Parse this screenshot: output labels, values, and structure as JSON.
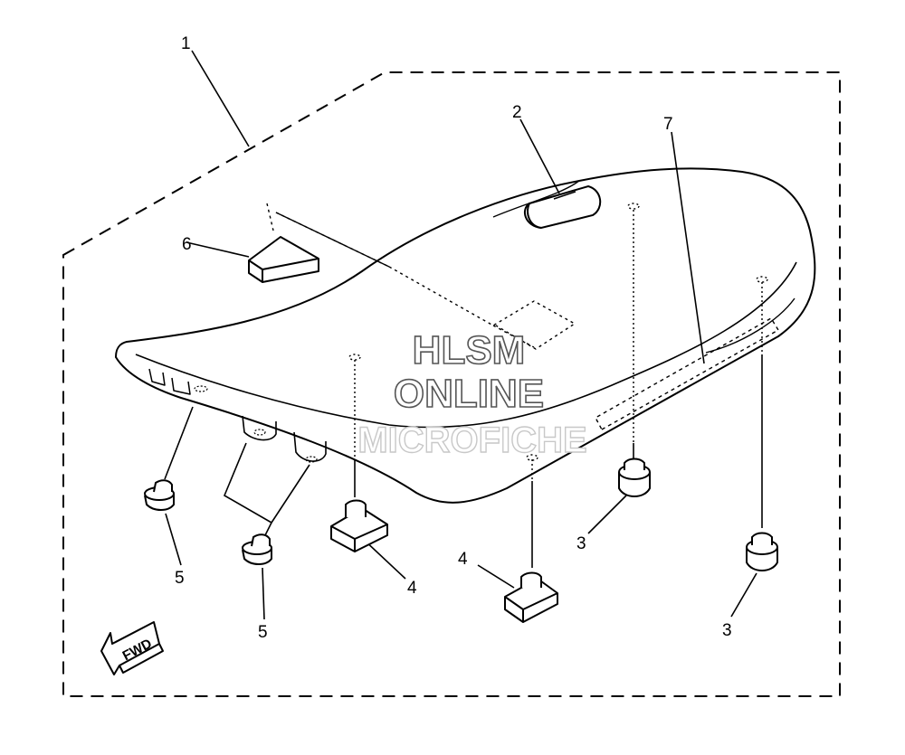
{
  "callouts": {
    "c1": "1",
    "c2": "2",
    "c3a": "3",
    "c3b": "3",
    "c4a": "4",
    "c4b": "4",
    "c5a": "5",
    "c5b": "5",
    "c6": "6",
    "c7": "7"
  },
  "watermark": {
    "line1": "HLSM",
    "line2": "ONLINE",
    "line3": "MICROFICHE"
  },
  "fwd_label": "FWD"
}
